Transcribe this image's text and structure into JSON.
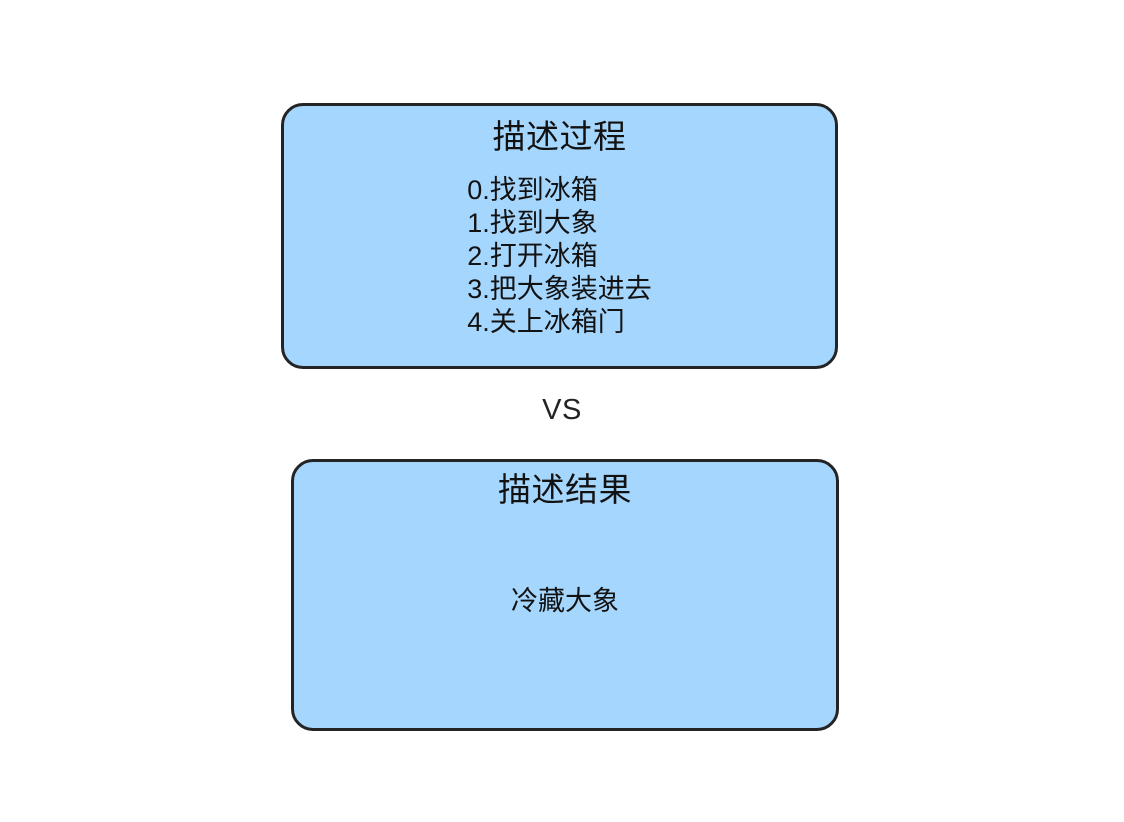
{
  "diagram": {
    "background_color": "#ffffff",
    "node_fill_color": "#a5d6fd",
    "node_border_color": "#242424",
    "text_color": "#121212",
    "comparison_label": "VS",
    "nodes": [
      {
        "id": "process",
        "title": "描述过程",
        "steps": [
          "0.找到冰箱",
          "1.找到大象",
          "2.打开冰箱",
          "3.把大象装进去",
          "4.关上冰箱门"
        ]
      },
      {
        "id": "result",
        "title": "描述结果",
        "body": "冷藏大象"
      }
    ]
  }
}
